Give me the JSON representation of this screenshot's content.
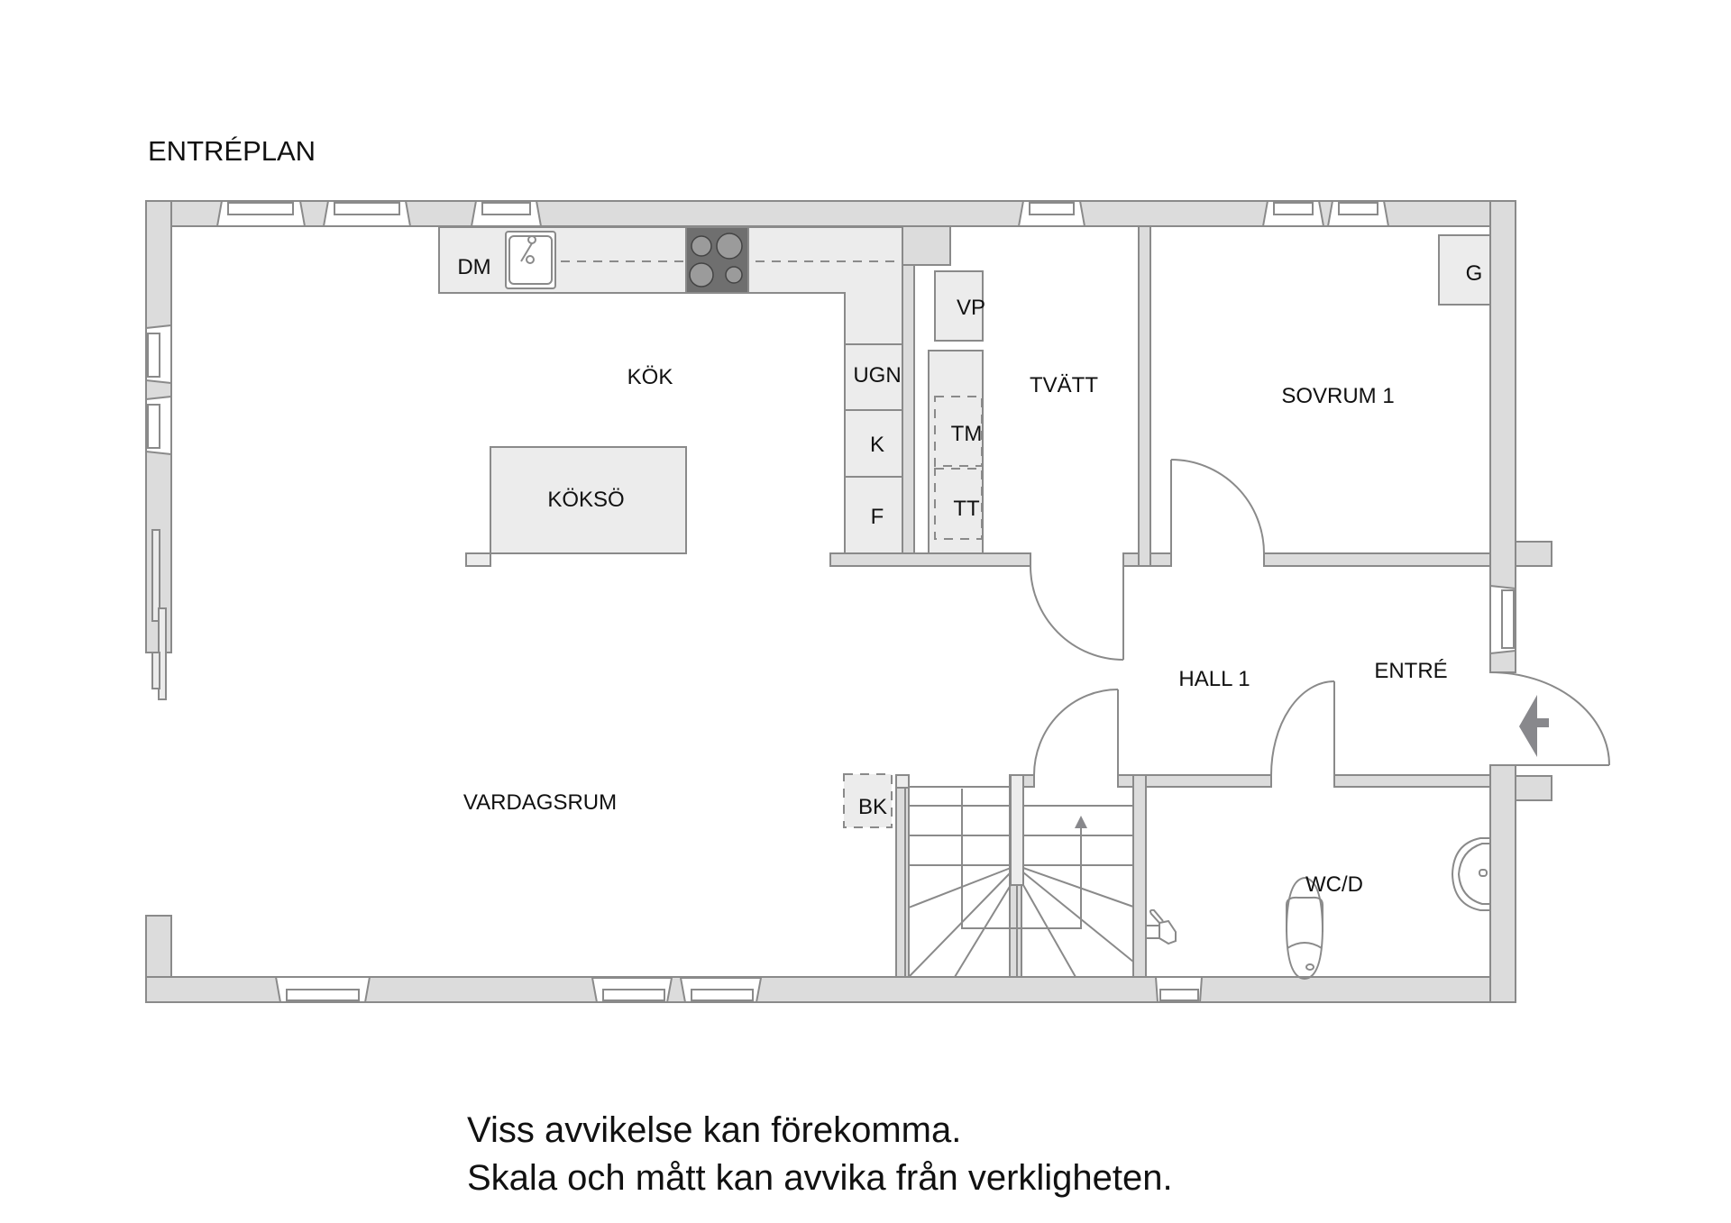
{
  "plan": {
    "title": "ENTRÉPLAN",
    "rooms": {
      "kok": "KÖK",
      "vardagsrum": "VARDAGSRUM",
      "tvatt": "TVÄTT",
      "sovrum1": "SOVRUM 1",
      "hall1": "HALL 1",
      "entre": "ENTRÉ",
      "wcd": "WC/D"
    },
    "fixtures": {
      "dm": "DM",
      "ugn": "UGN",
      "k": "K",
      "f": "F",
      "koksö": "KÖKSÖ",
      "vp": "VP",
      "tm": "TM",
      "tt": "TT",
      "g": "G",
      "bk": "BK"
    },
    "colors": {
      "wall_fill": "#dcdcdc",
      "wall_stroke": "#8a8a8a",
      "fixture_fill": "#ececec",
      "stove": "#6f6f6f",
      "arrow": "#88888c"
    }
  },
  "disclaimer": {
    "line1": "Viss avvikelse kan förekomma.",
    "line2": "Skala och mått kan avvika från verkligheten."
  }
}
